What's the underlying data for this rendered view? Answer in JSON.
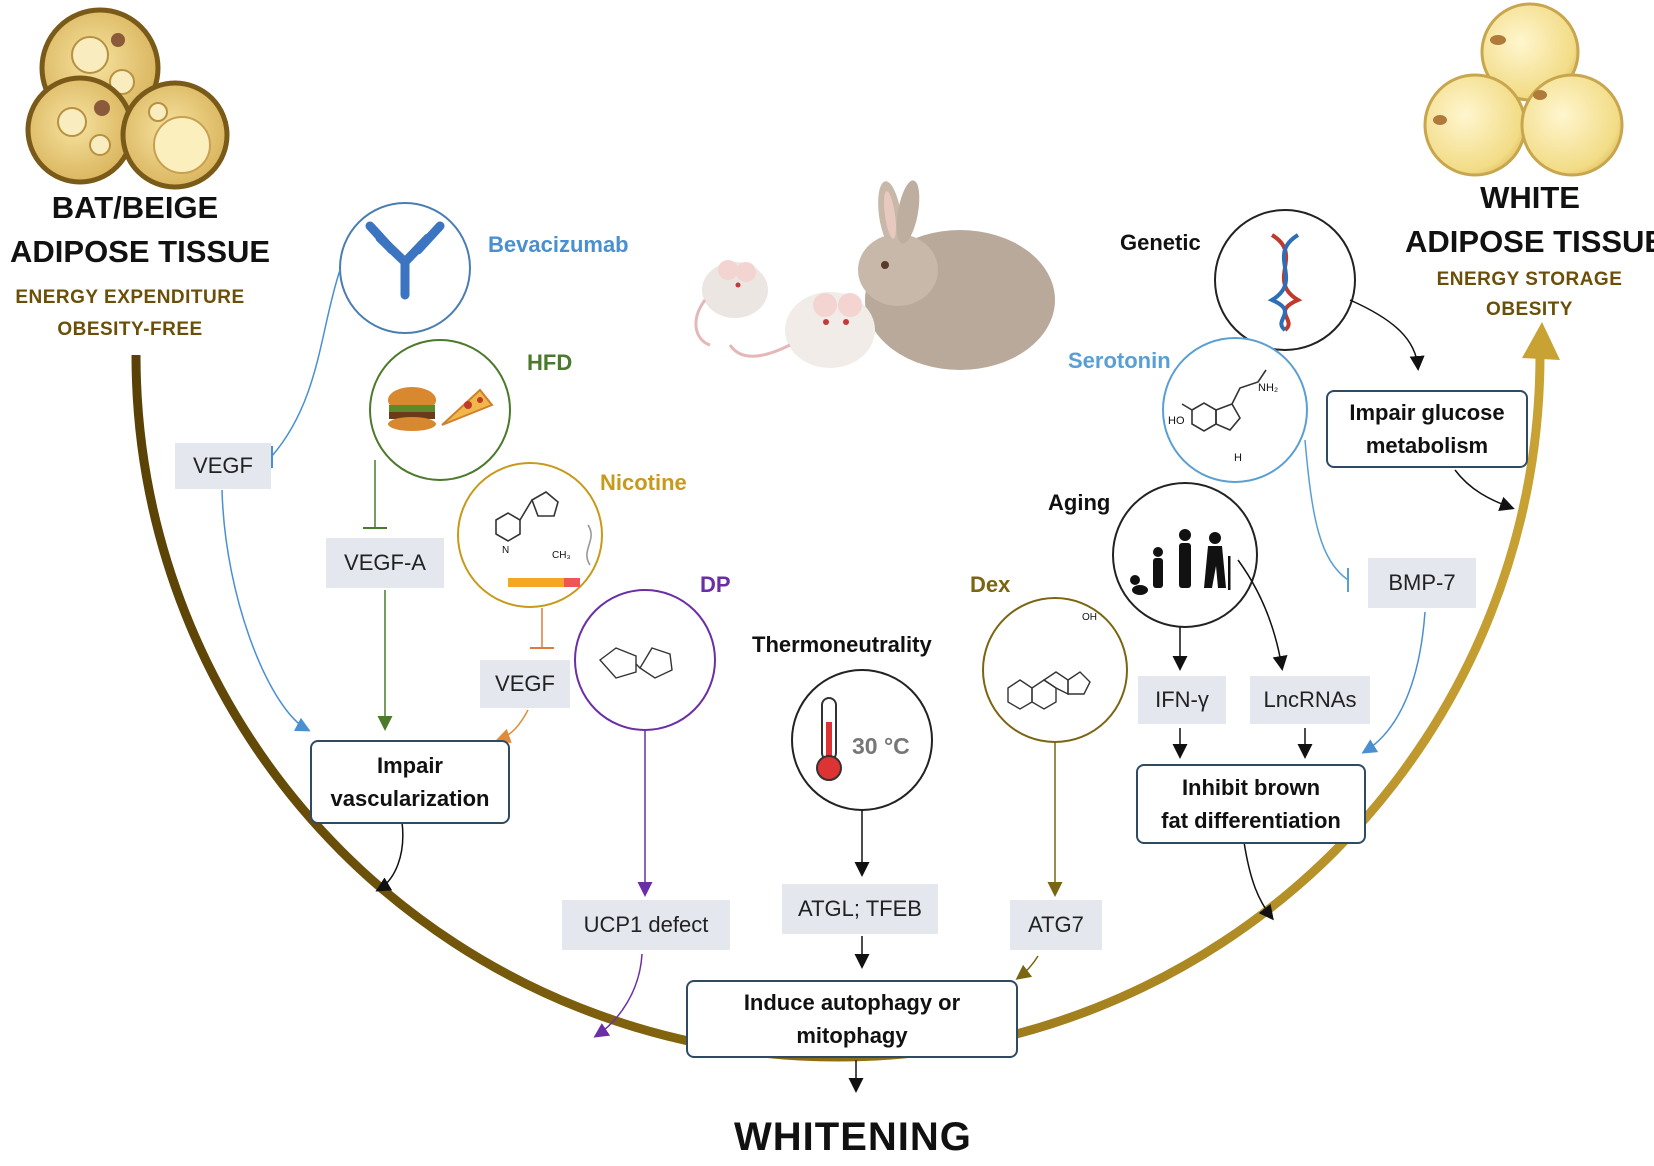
{
  "left_header": {
    "line1": "BAT/BEIGE",
    "line2": "ADIPOSE TISSUE",
    "sub1": "ENERGY EXPENDITURE",
    "sub2": "OBESITY-FREE"
  },
  "right_header": {
    "line1": "WHITE",
    "line2": "ADIPOSE TISSUE",
    "sub1": "ENERGY STORAGE",
    "sub2": "OBESITY"
  },
  "agents": {
    "bevacizumab": "Bevacizumab",
    "hfd": "HFD",
    "nicotine": "Nicotine",
    "dp": "DP",
    "thermoneutrality": "Thermoneutrality",
    "dex": "Dex",
    "genetic": "Genetic",
    "serotonin": "Serotonin",
    "aging": "Aging"
  },
  "targets": {
    "vegf_1": "VEGF",
    "vegf_a": "VEGF-A",
    "vegf_2": "VEGF",
    "ucp1": "UCP1 defect",
    "atgl": "ATGL; TFEB",
    "atg7": "ATG7",
    "ifn": "IFN-γ",
    "lnc": "LncRNAs",
    "bmp7": "BMP-7"
  },
  "outcomes": {
    "impair_vasc_1": "Impair",
    "impair_vasc_2": "vascularization",
    "autophagy_1": "Induce autophagy or",
    "autophagy_2": "mitophagy",
    "inhibit_1": "Inhibit brown",
    "inhibit_2": "fat differentiation",
    "glucose_1": "Impair glucose",
    "glucose_2": "metabolism"
  },
  "thermometer": {
    "temp": "30 °C"
  },
  "molecule_labels": {
    "nh2": "NH₂",
    "ho": "HO",
    "nh": "H",
    "ch3": "CH₃",
    "n": "N",
    "oh": "OH"
  },
  "bottom_label": "WHITENING",
  "colors": {
    "bevacizumab": "#4a8fd0",
    "hfd": "#4c7a2d",
    "nicotine": "#c79a1c",
    "dp": "#6a2fa6",
    "dex": "#7a6512",
    "serotonin": "#5a9fd4",
    "arc_dark": "#5a4206",
    "arc_light": "#c9a234",
    "subtitle": "#6b4f08"
  }
}
